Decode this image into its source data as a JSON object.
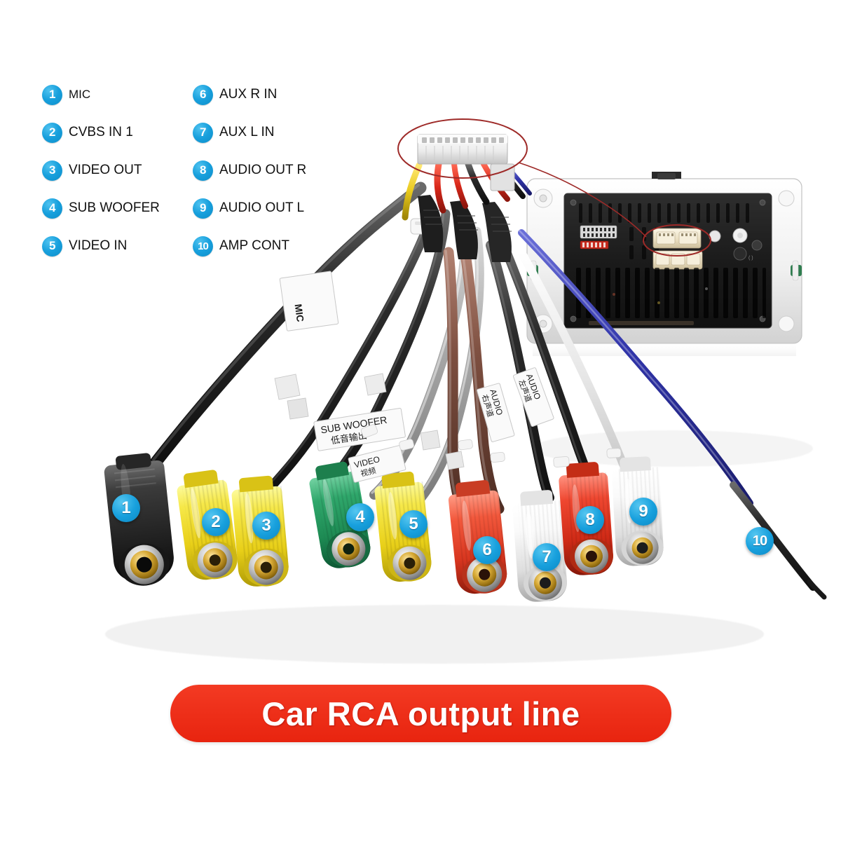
{
  "legend": {
    "left_column": [
      {
        "num": "1",
        "label": "MIC"
      },
      {
        "num": "2",
        "label": "CVBS IN 1"
      },
      {
        "num": "3",
        "label": "VIDEO OUT"
      },
      {
        "num": "4",
        "label": " SUB WOOFER"
      },
      {
        "num": "5",
        "label": "VIDEO IN"
      }
    ],
    "right_column": [
      {
        "num": "6",
        "label": "AUX R IN"
      },
      {
        "num": "7",
        "label": "AUX L IN"
      },
      {
        "num": "8",
        "label": "AUDIO OUT R"
      },
      {
        "num": "9",
        "label": "AUDIO OUT L"
      },
      {
        "num": "10",
        "label": "AMP CONT"
      }
    ]
  },
  "banner": {
    "text": "Car RCA output line",
    "color": "#ee2b17",
    "text_color": "#ffffff"
  },
  "connectors": [
    {
      "num": "1",
      "type": "3.5mm-jack",
      "color": "#2b2b2b",
      "name": "MIC"
    },
    {
      "num": "2",
      "type": "rca",
      "color": "#f2e32a",
      "name": "CVBS IN 1"
    },
    {
      "num": "3",
      "type": "rca",
      "color": "#f2e32a",
      "name": "VIDEO OUT"
    },
    {
      "num": "4",
      "type": "rca",
      "color": "#2e9e63",
      "name": "SUB WOOFER"
    },
    {
      "num": "5",
      "type": "rca",
      "color": "#f2e32a",
      "name": "VIDEO IN"
    },
    {
      "num": "6",
      "type": "rca",
      "color": "#ef5338",
      "name": "AUX R IN"
    },
    {
      "num": "7",
      "type": "rca",
      "color": "#f4f4f4",
      "name": "AUX L IN"
    },
    {
      "num": "8",
      "type": "rca",
      "color": "#e8402a",
      "name": "AUDIO OUT R"
    },
    {
      "num": "9",
      "type": "rca",
      "color": "#f4f4f4",
      "name": "AUDIO OUT L"
    },
    {
      "num": "10",
      "type": "bare-wire",
      "color": "#2f33a8",
      "name": "AMP CONT"
    }
  ],
  "cable_tags": [
    {
      "id": "mic",
      "en": "MIC",
      "cn": ""
    },
    {
      "id": "subwoofer",
      "en": "SUB WOOFER",
      "cn": "低音输出"
    },
    {
      "id": "video",
      "en": "VIDEO",
      "cn": "视频"
    },
    {
      "id": "audio-r",
      "en": "AUDIO",
      "cn": "右声道"
    },
    {
      "id": "audio-l",
      "en": "AUDIO",
      "cn": "左声道"
    }
  ],
  "head_unit": {
    "highlight_color": "#9e2a28",
    "frame_color": "#f2f2f2",
    "body_color": "#1d1d1d",
    "socket_color": "#efe6cf"
  },
  "harness": {
    "plug_color": "#e9e9e9",
    "plug_pins": 12,
    "highlight_color": "#9e2a28"
  },
  "badge_color": "#18a0dd"
}
